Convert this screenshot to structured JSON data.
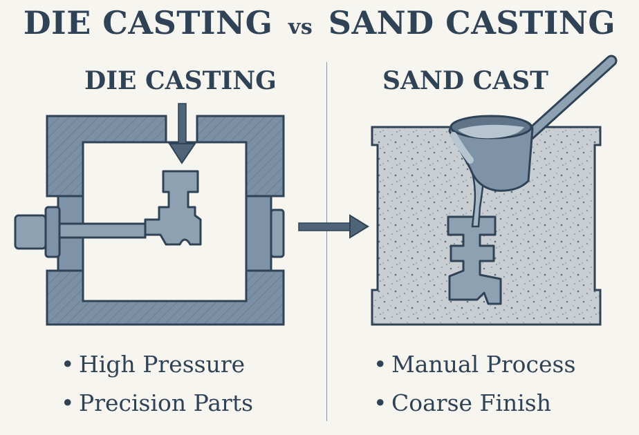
{
  "title": {
    "part1": "DIE CASTING",
    "vs": "vs",
    "part2": "SAND CASTING"
  },
  "left": {
    "heading": "DIE CASTING",
    "bullets": [
      "High Pressure",
      "Precision Parts"
    ]
  },
  "right": {
    "heading": "SAND CAST",
    "bullets": [
      "Manual Process",
      "Coarse Finish"
    ]
  },
  "bullet_glyph": "•",
  "colors": {
    "background": "#f7f5ef",
    "ink": "#2f4256",
    "steel": "#6f859a",
    "steel_light": "#8ea1b2",
    "sand": "#c8cdd0",
    "metal": "#9aacbd"
  },
  "icons": {
    "die_mold": "die-casting-mold-icon",
    "arrow": "right-arrow-icon",
    "sand_mold": "sand-mold-icon",
    "ladle": "ladle-icon"
  }
}
